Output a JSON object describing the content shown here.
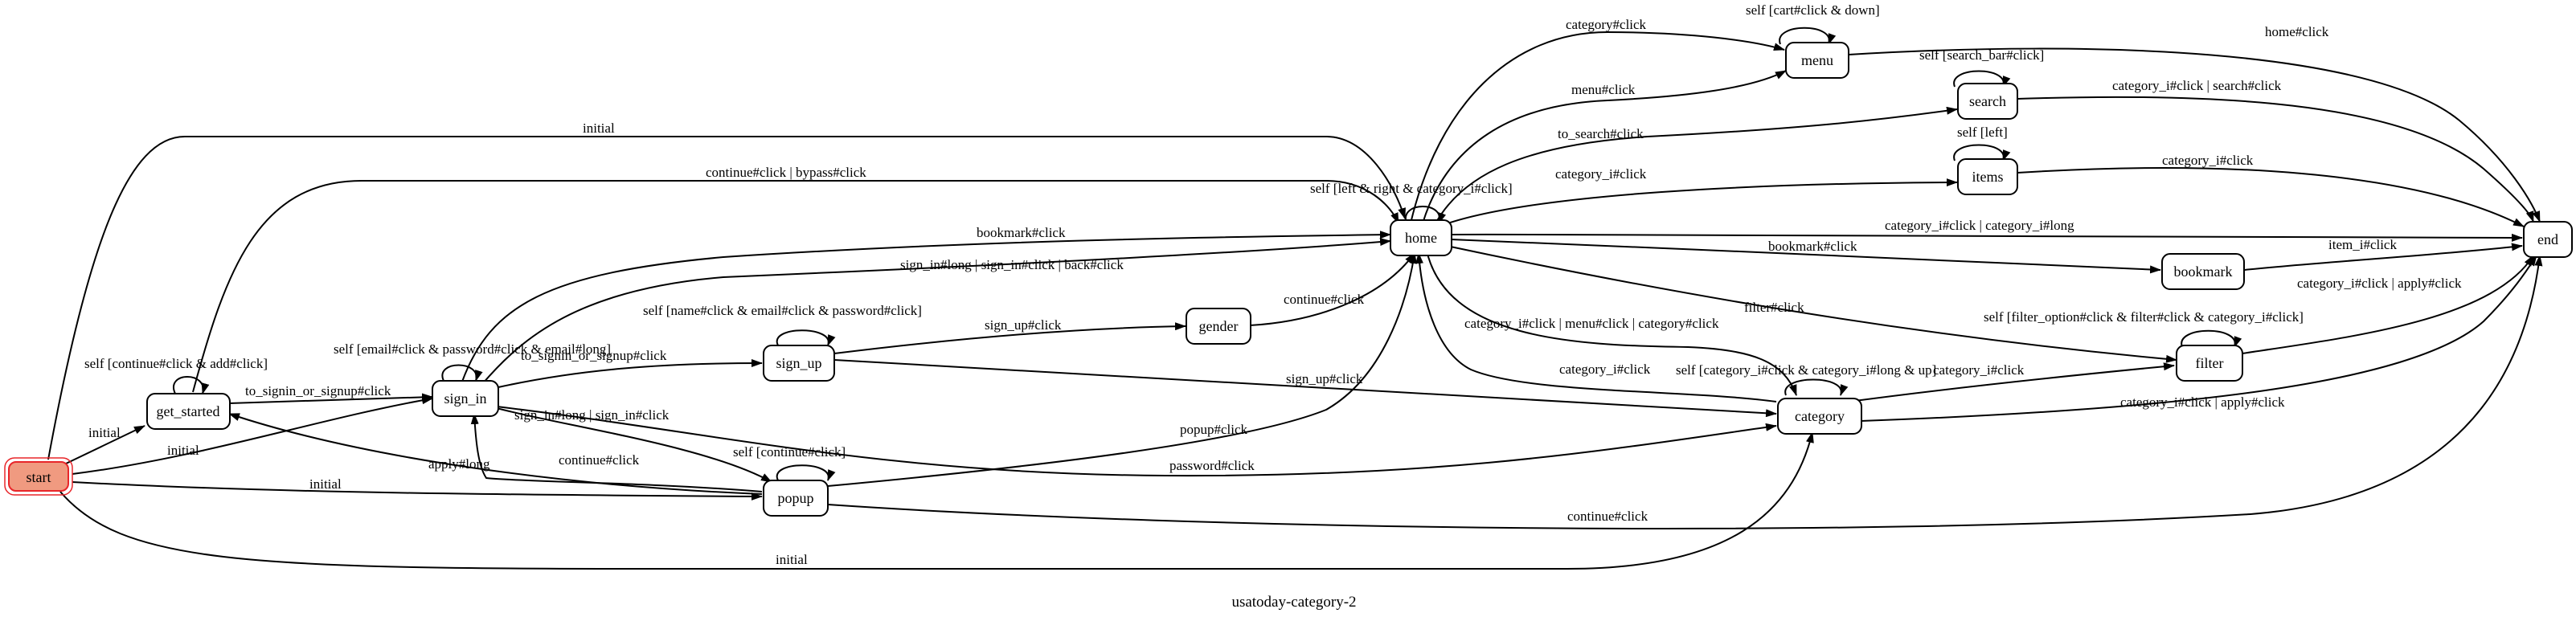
{
  "caption": "usatoday-category-2",
  "colors": {
    "start_fill": "#f09a80",
    "start_border": "#e8262a",
    "stroke": "#000000"
  },
  "nodes": {
    "start": "start",
    "get_started": "get_started",
    "sign_in": "sign_in",
    "sign_up": "sign_up",
    "popup": "popup",
    "gender": "gender",
    "home": "home",
    "menu": "menu",
    "search": "search",
    "items": "items",
    "bookmark": "bookmark",
    "filter": "filter",
    "category": "category",
    "end": "end"
  },
  "edges": {
    "start_home": "initial",
    "start_get_started": "initial",
    "start_sign_in": "initial",
    "start_popup": "initial",
    "start_category": "initial",
    "get_started_self": "self [continue#click & add#click]",
    "get_started_home": "continue#click | bypass#click",
    "get_started_sign_in": "to_signin_or_signup#click",
    "sign_in_self": "self [email#click & password#click & email#long]",
    "sign_in_home_bookmark": "bookmark#click",
    "sign_in_home_multi": "sign_in#long | sign_in#click | back#click",
    "sign_in_sign_up": "to_signin_or_signup#click",
    "sign_in_popup": "sign_in#long | sign_in#click",
    "sign_in_category": "password#click",
    "sign_up_self": "self [name#click & email#click & password#click]",
    "sign_up_gender": "sign_up#click",
    "sign_up_category": "sign_up#click",
    "gender_home": "continue#click",
    "popup_self": "self [continue#click]",
    "popup_sign_in": "continue#click",
    "popup_get_started": "apply#long",
    "popup_home": "popup#click",
    "popup_end": "continue#click",
    "home_self": "self [left & right & category_i#click]",
    "home_menu_category": "category#click",
    "home_menu": "menu#click",
    "home_search": "to_search#click",
    "home_items": "category_i#click",
    "home_end": "category_i#click | category_i#long",
    "home_bookmark": "bookmark#click",
    "home_filter": "filter#click",
    "home_category": "category_i#click | menu#click | category#click",
    "category_home": "category_i#click",
    "menu_self": "self [cart#click & down]",
    "menu_end": "home#click",
    "search_self": "self [search_bar#click]",
    "search_end": "category_i#click | search#click",
    "items_self": "self [left]",
    "items_end": "category_i#click",
    "bookmark_end": "item_i#click",
    "filter_self": "self [filter_option#click & filter#click & category_i#click]",
    "filter_end": "category_i#click | apply#click",
    "category_self": "self [category_i#click & category_i#long & up]",
    "category_filter": "category_i#click",
    "category_end": "category_i#click | apply#click"
  }
}
